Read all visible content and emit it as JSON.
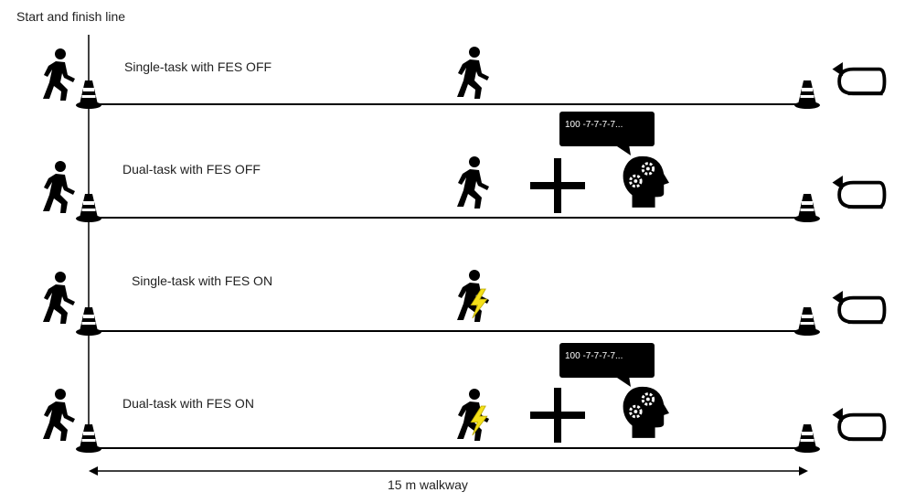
{
  "header": {
    "start_finish_label": "Start and finish line"
  },
  "rows": [
    {
      "label": "Single-task with FES OFF",
      "fes": false,
      "dual_task": false
    },
    {
      "label": "Dual-task with FES OFF",
      "fes": false,
      "dual_task": true,
      "bubble": "100 -7-7-7-7..."
    },
    {
      "label": "Single-task with FES ON",
      "fes": true,
      "dual_task": false
    },
    {
      "label": "Dual-task with FES ON",
      "fes": true,
      "dual_task": true,
      "bubble": "100 -7-7-7-7..."
    }
  ],
  "footer": {
    "distance_label": "15 m walkway"
  },
  "colors": {
    "lightning": "#f5e11a",
    "ink": "#000000"
  }
}
